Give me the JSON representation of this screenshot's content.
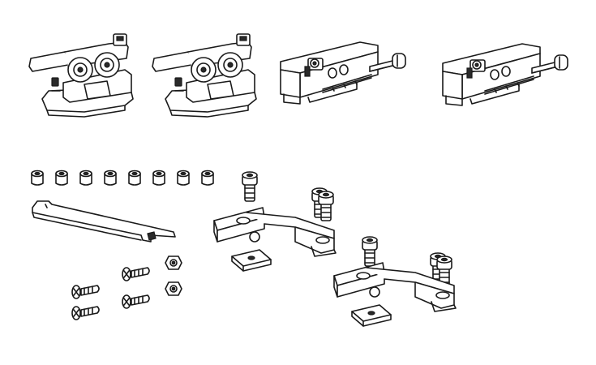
{
  "figure": {
    "background": "#ffffff",
    "line_color": "#1a1a1a",
    "contents": [
      "roller-trolley",
      "roller-trolley",
      "soft-close-damper",
      "soft-close-damper",
      "set-screw-nuts",
      "adjustment-spanner",
      "cap-head-bolts",
      "mounting-bracket",
      "mounting-bracket",
      "countersunk-screws",
      "hex-nuts"
    ]
  }
}
